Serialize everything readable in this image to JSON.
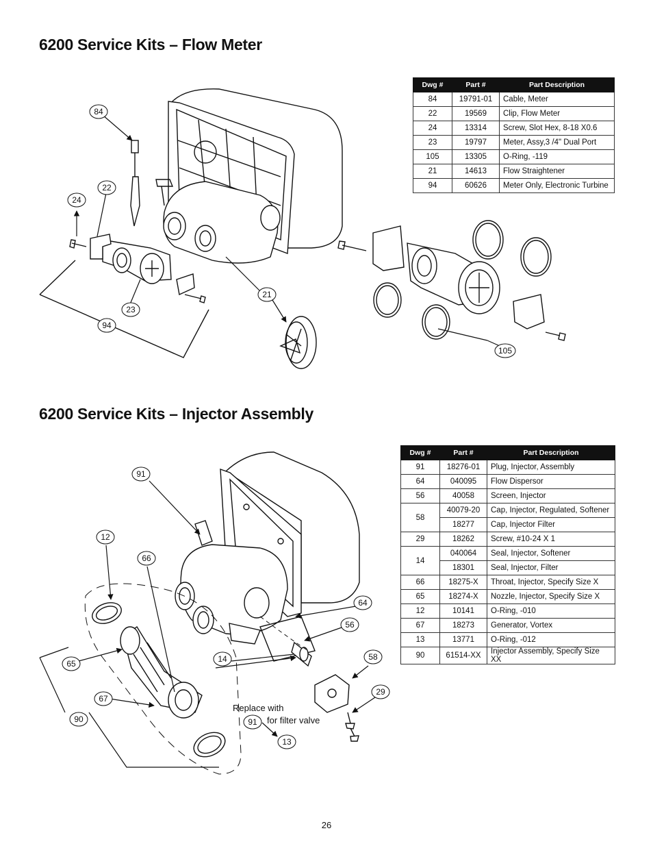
{
  "sections": [
    {
      "title": "6200 Service Kits – Flow Meter",
      "table": {
        "headers": [
          "Dwg #",
          "Part #",
          "Part Description"
        ],
        "rows": [
          {
            "dwg": "84",
            "part": "19791-01",
            "desc": "Cable, Meter"
          },
          {
            "dwg": "22",
            "part": "19569",
            "desc": "Clip, Flow Meter"
          },
          {
            "dwg": "24",
            "part": "13314",
            "desc": "Screw, Slot Hex, 8-18 X0.6"
          },
          {
            "dwg": "23",
            "part": "19797",
            "desc": "Meter, Assy,3 /4\" Dual Port"
          },
          {
            "dwg": "105",
            "part": "13305",
            "desc": "O-Ring, -119"
          },
          {
            "dwg": "21",
            "part": "14613",
            "desc": "Flow Straightener"
          },
          {
            "dwg": "94",
            "part": "60626",
            "desc": "Meter Only, Electronic Turbine"
          }
        ]
      },
      "callouts": [
        "84",
        "22",
        "24",
        "21",
        "23",
        "94",
        "105"
      ]
    },
    {
      "title": "6200 Service Kits – Injector Assembly",
      "table": {
        "headers": [
          "Dwg #",
          "Part #",
          "Part Description"
        ],
        "rows": [
          {
            "dwg": "91",
            "part": "18276-01",
            "desc": "Plug, Injector, Assembly"
          },
          {
            "dwg": "64",
            "part": "040095",
            "desc": "Flow Dispersor"
          },
          {
            "dwg": "56",
            "part": "40058",
            "desc": "Screen, Injector"
          },
          {
            "dwg": "58",
            "part": "40079-20",
            "desc": "Cap, Injector, Regulated, Softener"
          },
          {
            "dwg": "",
            "part": "18277",
            "desc": "Cap, Injector Filter"
          },
          {
            "dwg": "29",
            "part": "18262",
            "desc": "Screw, #10-24 X 1"
          },
          {
            "dwg": "14",
            "part": "040064",
            "desc": "Seal, Injector, Softener"
          },
          {
            "dwg": "",
            "part": "18301",
            "desc": "Seal, Injector, Filter"
          },
          {
            "dwg": "66",
            "part": "18275-X",
            "desc": "Throat, Injector, Specify Size X"
          },
          {
            "dwg": "65",
            "part": "18274-X",
            "desc": "Nozzle, Injector, Specify Size X"
          },
          {
            "dwg": "12",
            "part": "10141",
            "desc": "O-Ring, -010"
          },
          {
            "dwg": "67",
            "part": "18273",
            "desc": "Generator, Vortex"
          },
          {
            "dwg": "13",
            "part": "13771",
            "desc": "O-Ring, -012"
          },
          {
            "dwg": "90",
            "part": "61514-XX",
            "desc": "Injector Assembly, Specify Size XX"
          }
        ]
      },
      "callouts": [
        "91",
        "12",
        "66",
        "64",
        "56",
        "58",
        "29",
        "14",
        "65",
        "67",
        "90",
        "91",
        "13"
      ],
      "note": {
        "line1": "Replace with",
        "line2": "for filter valve"
      }
    }
  ],
  "page_number": "26"
}
